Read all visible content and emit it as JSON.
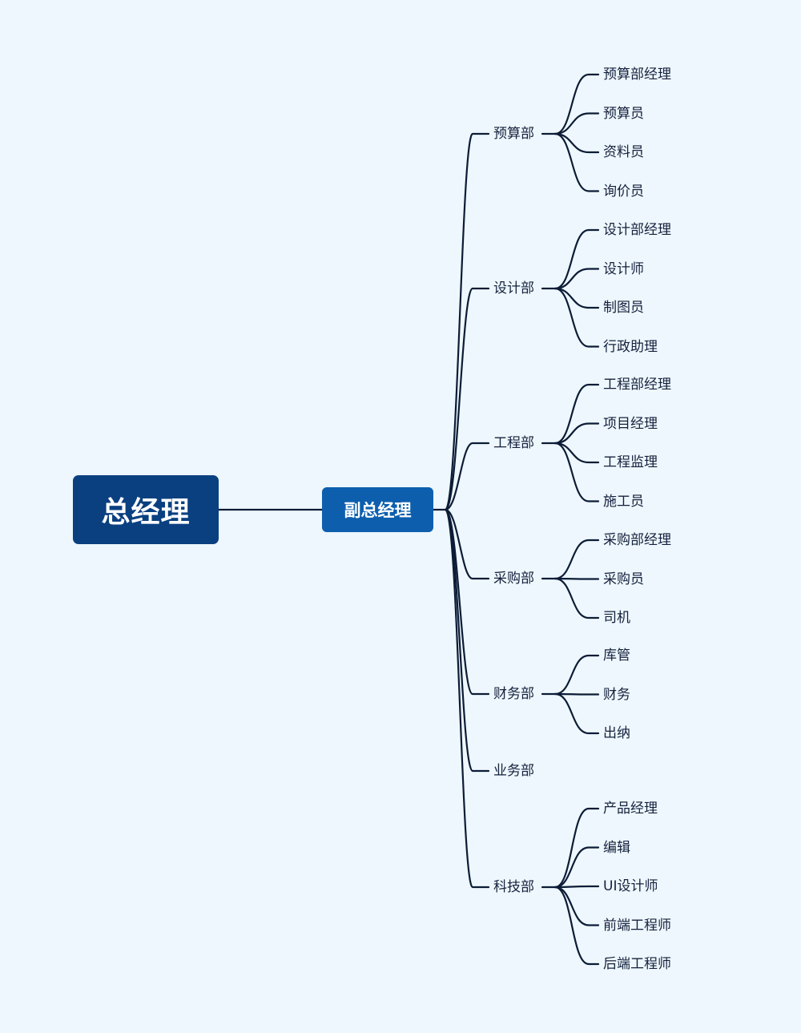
{
  "root": {
    "label": "总经理"
  },
  "vice": {
    "label": "副总经理"
  },
  "departments": [
    {
      "name": "预算部",
      "roles": [
        "预算部经理",
        "预算员",
        "资料员",
        "询价员"
      ]
    },
    {
      "name": "设计部",
      "roles": [
        "设计部经理",
        "设计师",
        "制图员",
        "行政助理"
      ]
    },
    {
      "name": "工程部",
      "roles": [
        "工程部经理",
        "项目经理",
        "工程监理",
        "施工员"
      ]
    },
    {
      "name": "采购部",
      "roles": [
        "采购部经理",
        "采购员",
        "司机"
      ]
    },
    {
      "name": "财务部",
      "roles": [
        "库管",
        "财务",
        "出纳"
      ]
    },
    {
      "name": "业务部",
      "roles": []
    },
    {
      "name": "科技部",
      "roles": [
        "产品经理",
        "编辑",
        "UI设计师",
        "前端工程师",
        "后端工程师"
      ]
    }
  ],
  "colors": {
    "background": "#eef7fd",
    "root_fill": "#0a4080",
    "vice_fill": "#0d5fae",
    "line": "#0c1c36",
    "text": "#14213d"
  }
}
